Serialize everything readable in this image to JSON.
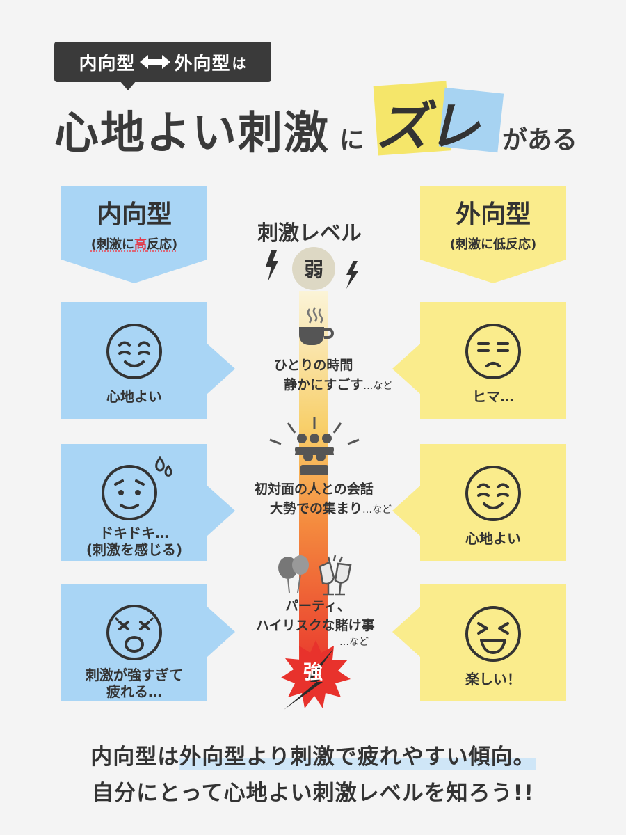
{
  "header": {
    "tag_left": "内向型",
    "tag_right": "外向型",
    "tag_suffix": "は",
    "title": "心地よい刺激",
    "title_ni": "に",
    "title_zure": "ズレ",
    "title_ga": "がある"
  },
  "introvert": {
    "heading": "内向型",
    "sub_prefix": "(刺激に",
    "sub_highlight": "高",
    "sub_suffix": "反応)",
    "rows": [
      {
        "label": "心地よい",
        "face": "content-face-icon"
      },
      {
        "label": "ドキドキ…",
        "label2": "(刺激を感じる)",
        "face": "nervous-face-icon"
      },
      {
        "label": "刺激が強すぎて",
        "label2": "疲れる…",
        "face": "dizzy-face-icon"
      }
    ]
  },
  "extrovert": {
    "heading": "外向型",
    "sub": "(刺激に低反応)",
    "rows": [
      {
        "label": "ヒマ…",
        "face": "bored-face-icon"
      },
      {
        "label": "心地よい",
        "face": "content-face-icon"
      },
      {
        "label": "楽しい！",
        "face": "laughing-face-icon"
      }
    ]
  },
  "scale": {
    "title": "刺激レベル",
    "weak": "弱",
    "strong": "強",
    "levels": [
      {
        "line1": "ひとりの時間",
        "line2": "静かにすごす",
        "suffix": "…など",
        "icon": "coffee-cup-icon"
      },
      {
        "line1": "初対面の人との会話",
        "line2": "大勢での集まり",
        "suffix": "…など",
        "icon": "crowd-icon"
      },
      {
        "line1": "パーティ、",
        "line2": "ハイリスクな賭け事",
        "suffix": "…など",
        "icon": "wine-glasses-icon"
      }
    ],
    "colors": {
      "bar_top": "#f7eab0",
      "bar_mid": "#f6a44a",
      "bar_bottom": "#e8322c"
    }
  },
  "footer": {
    "line1_a": "内向型は",
    "line1_b": "外向型より刺激で疲れやすい傾向。",
    "line2": "自分にとって心地よい刺激レベルを知ろう!!"
  },
  "colors": {
    "blue": "#a9d5f5",
    "yellow": "#faec8c",
    "dark": "#3a3a3a",
    "accent": "#e23b4b"
  }
}
